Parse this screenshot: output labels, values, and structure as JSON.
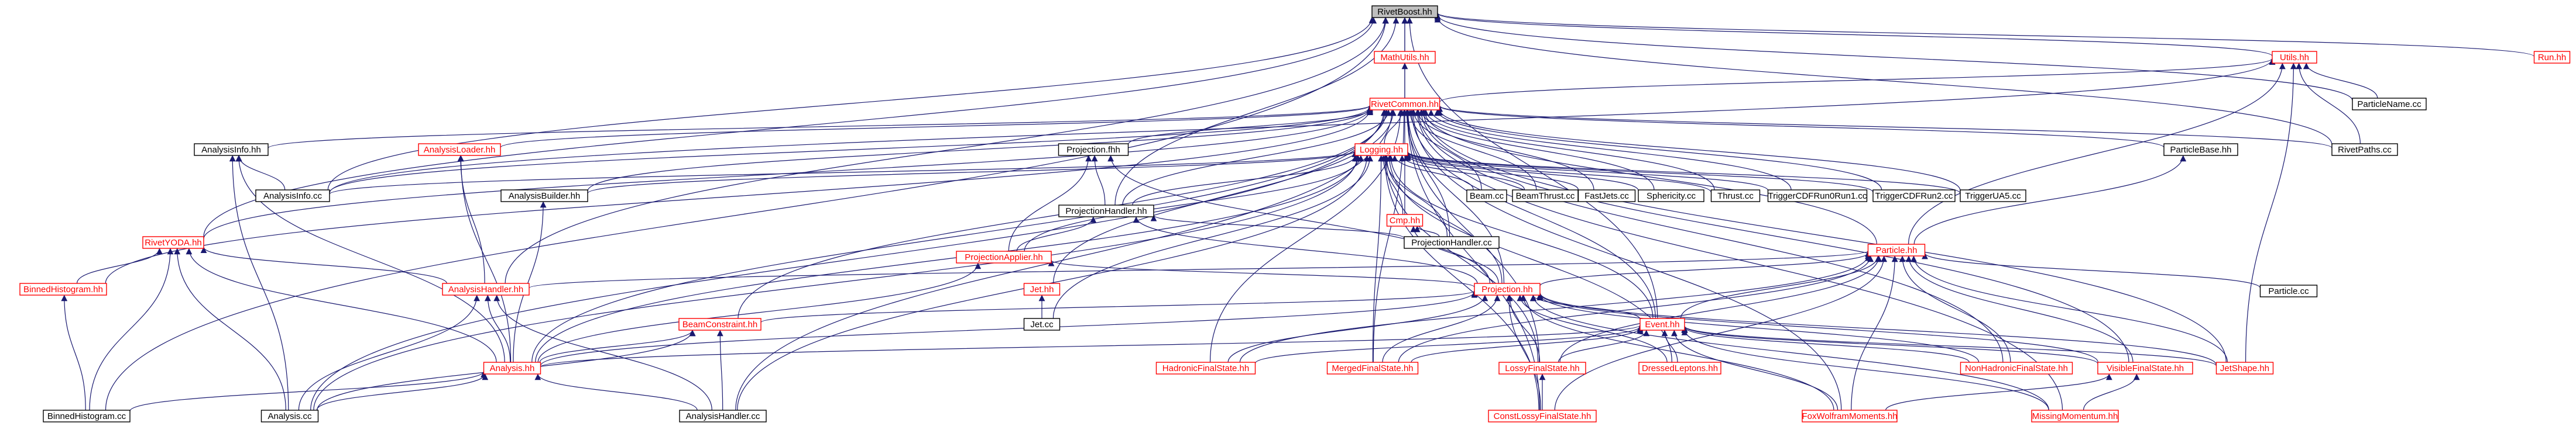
{
  "graph": {
    "nodes": [
      {
        "id": "RivetBoost.hh",
        "label": "RivetBoost.hh",
        "style": "root"
      },
      {
        "id": "MathUtils.hh",
        "label": "MathUtils.hh",
        "style": "red"
      },
      {
        "id": "Utils.hh",
        "label": "Utils.hh",
        "style": "red"
      },
      {
        "id": "Run.hh",
        "label": "Run.hh",
        "style": "red"
      },
      {
        "id": "ParticleName.cc",
        "label": "ParticleName.cc",
        "style": "black"
      },
      {
        "id": "RivetCommon.hh",
        "label": "RivetCommon.hh",
        "style": "red"
      },
      {
        "id": "RivetPaths.cc",
        "label": "RivetPaths.cc",
        "style": "black"
      },
      {
        "id": "AnalysisInfo.hh",
        "label": "AnalysisInfo.hh",
        "style": "black"
      },
      {
        "id": "Projection.fhh",
        "label": "Projection.fhh",
        "style": "black"
      },
      {
        "id": "AnalysisLoader.hh",
        "label": "AnalysisLoader.hh",
        "style": "red"
      },
      {
        "id": "Logging.hh",
        "label": "Logging.hh",
        "style": "red"
      },
      {
        "id": "ParticleBase.hh",
        "label": "ParticleBase.hh",
        "style": "black"
      },
      {
        "id": "AnalysisInfo.cc",
        "label": "AnalysisInfo.cc",
        "style": "black"
      },
      {
        "id": "AnalysisBuilder.hh",
        "label": "AnalysisBuilder.hh",
        "style": "black"
      },
      {
        "id": "Beam.cc",
        "label": "Beam.cc",
        "style": "black"
      },
      {
        "id": "BeamThrust.cc",
        "label": "BeamThrust.cc",
        "style": "black"
      },
      {
        "id": "FastJets.cc",
        "label": "FastJets.cc",
        "style": "black"
      },
      {
        "id": "Sphericity.cc",
        "label": "Sphericity.cc",
        "style": "black"
      },
      {
        "id": "Thrust.cc",
        "label": "Thrust.cc",
        "style": "black"
      },
      {
        "id": "TriggerCDFRun0Run1.cc",
        "label": "TriggerCDFRun0Run1.cc",
        "style": "black"
      },
      {
        "id": "TriggerCDFRun2.cc",
        "label": "TriggerCDFRun2.cc",
        "style": "black"
      },
      {
        "id": "TriggerUA5.cc",
        "label": "TriggerUA5.cc",
        "style": "black"
      },
      {
        "id": "ProjectionHandler.hh",
        "label": "ProjectionHandler.hh",
        "style": "black"
      },
      {
        "id": "Cmp.hh",
        "label": "Cmp.hh",
        "style": "red"
      },
      {
        "id": "ProjectionHandler.cc",
        "label": "ProjectionHandler.cc",
        "style": "black"
      },
      {
        "id": "RivetYODA.hh",
        "label": "RivetYODA.hh",
        "style": "red"
      },
      {
        "id": "ProjectionApplier.hh",
        "label": "ProjectionApplier.hh",
        "style": "red"
      },
      {
        "id": "Particle.hh",
        "label": "Particle.hh",
        "style": "red"
      },
      {
        "id": "BinnedHistogram.hh",
        "label": "BinnedHistogram.hh",
        "style": "red"
      },
      {
        "id": "AnalysisHandler.hh",
        "label": "AnalysisHandler.hh",
        "style": "red"
      },
      {
        "id": "Jet.hh",
        "label": "Jet.hh",
        "style": "red"
      },
      {
        "id": "Projection.hh",
        "label": "Projection.hh",
        "style": "red"
      },
      {
        "id": "Particle.cc",
        "label": "Particle.cc",
        "style": "black"
      },
      {
        "id": "Jet.cc",
        "label": "Jet.cc",
        "style": "black"
      },
      {
        "id": "BeamConstraint.hh",
        "label": "BeamConstraint.hh",
        "style": "red"
      },
      {
        "id": "Event.hh",
        "label": "Event.hh",
        "style": "red"
      },
      {
        "id": "Analysis.hh",
        "label": "Analysis.hh",
        "style": "red"
      },
      {
        "id": "HadronicFinalState.hh",
        "label": "HadronicFinalState.hh",
        "style": "red"
      },
      {
        "id": "MergedFinalState.hh",
        "label": "MergedFinalState.hh",
        "style": "red"
      },
      {
        "id": "LossyFinalState.hh",
        "label": "LossyFinalState.hh",
        "style": "red"
      },
      {
        "id": "DressedLeptons.hh",
        "label": "DressedLeptons.hh",
        "style": "red"
      },
      {
        "id": "NonHadronicFinalState.hh",
        "label": "NonHadronicFinalState.hh",
        "style": "red"
      },
      {
        "id": "VisibleFinalState.hh",
        "label": "VisibleFinalState.hh",
        "style": "red"
      },
      {
        "id": "JetShape.hh",
        "label": "JetShape.hh",
        "style": "red"
      },
      {
        "id": "BinnedHistogram.cc",
        "label": "BinnedHistogram.cc",
        "style": "black"
      },
      {
        "id": "Analysis.cc",
        "label": "Analysis.cc",
        "style": "black"
      },
      {
        "id": "AnalysisHandler.cc",
        "label": "AnalysisHandler.cc",
        "style": "black"
      },
      {
        "id": "ConstLossyFinalState.hh",
        "label": "ConstLossyFinalState.hh",
        "style": "red"
      },
      {
        "id": "FoxWolframMoments.hh",
        "label": "FoxWolframMoments.hh",
        "style": "red"
      },
      {
        "id": "MissingMomentum.hh",
        "label": "MissingMomentum.hh",
        "style": "red"
      }
    ],
    "edges": [
      [
        "MathUtils.hh",
        "RivetBoost.hh"
      ],
      [
        "Utils.hh",
        "RivetBoost.hh"
      ],
      [
        "Run.hh",
        "RivetBoost.hh"
      ],
      [
        "ParticleName.cc",
        "RivetBoost.hh"
      ],
      [
        "RivetCommon.hh",
        "RivetBoost.hh"
      ],
      [
        "RivetPaths.cc",
        "RivetBoost.hh"
      ],
      [
        "AnalysisInfo.cc",
        "RivetBoost.hh"
      ],
      [
        "RivetYODA.hh",
        "RivetBoost.hh"
      ],
      [
        "BinnedHistogram.cc",
        "RivetBoost.hh"
      ],
      [
        "ProjectionHandler.hh",
        "RivetBoost.hh"
      ],
      [
        "AnalysisHandler.hh",
        "RivetBoost.hh"
      ],
      [
        "Event.hh",
        "RivetBoost.hh"
      ],
      [
        "RivetCommon.hh",
        "MathUtils.hh"
      ],
      [
        "RivetCommon.hh",
        "Utils.hh"
      ],
      [
        "ParticleName.cc",
        "Utils.hh"
      ],
      [
        "RivetPaths.cc",
        "Utils.hh"
      ],
      [
        "JetShape.hh",
        "Utils.hh"
      ],
      [
        "Particle.hh",
        "Utils.hh"
      ],
      [
        "AnalysisInfo.cc",
        "Utils.hh"
      ],
      [
        "AnalysisInfo.hh",
        "RivetCommon.hh"
      ],
      [
        "Projection.fhh",
        "RivetCommon.hh"
      ],
      [
        "AnalysisLoader.hh",
        "RivetCommon.hh"
      ],
      [
        "Logging.hh",
        "RivetCommon.hh"
      ],
      [
        "ParticleBase.hh",
        "RivetCommon.hh"
      ],
      [
        "RivetPaths.cc",
        "RivetCommon.hh"
      ],
      [
        "AnalysisInfo.cc",
        "RivetCommon.hh"
      ],
      [
        "AnalysisBuilder.hh",
        "RivetCommon.hh"
      ],
      [
        "Beam.cc",
        "RivetCommon.hh"
      ],
      [
        "BeamThrust.cc",
        "RivetCommon.hh"
      ],
      [
        "FastJets.cc",
        "RivetCommon.hh"
      ],
      [
        "Sphericity.cc",
        "RivetCommon.hh"
      ],
      [
        "Thrust.cc",
        "RivetCommon.hh"
      ],
      [
        "TriggerCDFRun0Run1.cc",
        "RivetCommon.hh"
      ],
      [
        "TriggerCDFRun2.cc",
        "RivetCommon.hh"
      ],
      [
        "TriggerUA5.cc",
        "RivetCommon.hh"
      ],
      [
        "ProjectionHandler.hh",
        "RivetCommon.hh"
      ],
      [
        "Cmp.hh",
        "RivetCommon.hh"
      ],
      [
        "RivetYODA.hh",
        "RivetCommon.hh"
      ],
      [
        "BinnedHistogram.hh",
        "RivetCommon.hh"
      ],
      [
        "Jet.hh",
        "RivetCommon.hh"
      ],
      [
        "Projection.hh",
        "RivetCommon.hh"
      ],
      [
        "BeamConstraint.hh",
        "RivetCommon.hh"
      ],
      [
        "Event.hh",
        "RivetCommon.hh"
      ],
      [
        "Analysis.hh",
        "RivetCommon.hh"
      ],
      [
        "HadronicFinalState.hh",
        "RivetCommon.hh"
      ],
      [
        "MergedFinalState.hh",
        "RivetCommon.hh"
      ],
      [
        "LossyFinalState.hh",
        "RivetCommon.hh"
      ],
      [
        "NonHadronicFinalState.hh",
        "RivetCommon.hh"
      ],
      [
        "VisibleFinalState.hh",
        "RivetCommon.hh"
      ],
      [
        "JetShape.hh",
        "RivetCommon.hh"
      ],
      [
        "Analysis.cc",
        "RivetCommon.hh"
      ],
      [
        "AnalysisHandler.cc",
        "RivetCommon.hh"
      ],
      [
        "ConstLossyFinalState.hh",
        "RivetCommon.hh"
      ],
      [
        "FoxWolframMoments.hh",
        "RivetCommon.hh"
      ],
      [
        "MissingMomentum.hh",
        "RivetCommon.hh"
      ],
      [
        "Particle.hh",
        "RivetCommon.hh"
      ],
      [
        "ProjectionHandler.cc",
        "RivetCommon.hh"
      ],
      [
        "AnalysisInfo.cc",
        "AnalysisInfo.hh"
      ],
      [
        "Analysis.hh",
        "AnalysisInfo.hh"
      ],
      [
        "Analysis.cc",
        "AnalysisInfo.hh"
      ],
      [
        "ProjectionHandler.hh",
        "Projection.fhh"
      ],
      [
        "ProjectionApplier.hh",
        "Projection.fhh"
      ],
      [
        "Projection.hh",
        "Projection.fhh"
      ],
      [
        "AnalysisHandler.hh",
        "AnalysisLoader.hh"
      ],
      [
        "Analysis.hh",
        "AnalysisLoader.hh"
      ],
      [
        "AnalysisInfo.cc",
        "Logging.hh"
      ],
      [
        "AnalysisBuilder.hh",
        "Logging.hh"
      ],
      [
        "Beam.cc",
        "Logging.hh"
      ],
      [
        "BeamThrust.cc",
        "Logging.hh"
      ],
      [
        "FastJets.cc",
        "Logging.hh"
      ],
      [
        "Sphericity.cc",
        "Logging.hh"
      ],
      [
        "Thrust.cc",
        "Logging.hh"
      ],
      [
        "TriggerCDFRun0Run1.cc",
        "Logging.hh"
      ],
      [
        "TriggerCDFRun2.cc",
        "Logging.hh"
      ],
      [
        "TriggerUA5.cc",
        "Logging.hh"
      ],
      [
        "ProjectionHandler.hh",
        "Logging.hh"
      ],
      [
        "Cmp.hh",
        "Logging.hh"
      ],
      [
        "ProjectionHandler.cc",
        "Logging.hh"
      ],
      [
        "ProjectionApplier.hh",
        "Logging.hh"
      ],
      [
        "Projection.hh",
        "Logging.hh"
      ],
      [
        "Jet.cc",
        "Logging.hh"
      ],
      [
        "Analysis.hh",
        "Logging.hh"
      ],
      [
        "AnalysisHandler.cc",
        "Logging.hh"
      ],
      [
        "MergedFinalState.hh",
        "Logging.hh"
      ],
      [
        "ConstLossyFinalState.hh",
        "Logging.hh"
      ],
      [
        "LossyFinalState.hh",
        "Logging.hh"
      ],
      [
        "Event.hh",
        "Logging.hh"
      ],
      [
        "Analysis.cc",
        "Logging.hh"
      ],
      [
        "DressedLeptons.hh",
        "Logging.hh"
      ],
      [
        "Particle.hh",
        "ParticleBase.hh"
      ],
      [
        "Analysis.hh",
        "AnalysisBuilder.hh"
      ],
      [
        "ProjectionApplier.hh",
        "ProjectionHandler.hh"
      ],
      [
        "ProjectionHandler.cc",
        "ProjectionHandler.hh"
      ],
      [
        "Projection.hh",
        "ProjectionHandler.hh"
      ],
      [
        "Projection.hh",
        "Cmp.hh"
      ],
      [
        "ProjectionHandler.cc",
        "Cmp.hh"
      ],
      [
        "BinnedHistogram.hh",
        "RivetYODA.hh"
      ],
      [
        "AnalysisHandler.hh",
        "RivetYODA.hh"
      ],
      [
        "Analysis.hh",
        "RivetYODA.hh"
      ],
      [
        "BinnedHistogram.cc",
        "RivetYODA.hh"
      ],
      [
        "Analysis.cc",
        "RivetYODA.hh"
      ],
      [
        "Projection.hh",
        "ProjectionApplier.hh"
      ],
      [
        "Analysis.hh",
        "ProjectionApplier.hh"
      ],
      [
        "Particle.cc",
        "Particle.hh"
      ],
      [
        "Projection.hh",
        "Particle.hh"
      ],
      [
        "Event.hh",
        "Particle.hh"
      ],
      [
        "JetShape.hh",
        "Particle.hh"
      ],
      [
        "HadronicFinalState.hh",
        "Particle.hh"
      ],
      [
        "MergedFinalState.hh",
        "Particle.hh"
      ],
      [
        "LossyFinalState.hh",
        "Particle.hh"
      ],
      [
        "NonHadronicFinalState.hh",
        "Particle.hh"
      ],
      [
        "VisibleFinalState.hh",
        "Particle.hh"
      ],
      [
        "FoxWolframMoments.hh",
        "Particle.hh"
      ],
      [
        "AnalysisHandler.hh",
        "Particle.hh"
      ],
      [
        "ConstLossyFinalState.hh",
        "Particle.hh"
      ],
      [
        "BinnedHistogram.cc",
        "BinnedHistogram.hh"
      ],
      [
        "Analysis.hh",
        "AnalysisHandler.hh"
      ],
      [
        "AnalysisHandler.cc",
        "AnalysisHandler.hh"
      ],
      [
        "Analysis.cc",
        "AnalysisHandler.hh"
      ],
      [
        "Jet.cc",
        "Jet.hh"
      ],
      [
        "Event.hh",
        "Projection.hh"
      ],
      [
        "BeamConstraint.hh",
        "Projection.hh"
      ],
      [
        "Analysis.hh",
        "Projection.hh"
      ],
      [
        "HadronicFinalState.hh",
        "Projection.hh"
      ],
      [
        "MergedFinalState.hh",
        "Projection.hh"
      ],
      [
        "LossyFinalState.hh",
        "Projection.hh"
      ],
      [
        "DressedLeptons.hh",
        "Projection.hh"
      ],
      [
        "NonHadronicFinalState.hh",
        "Projection.hh"
      ],
      [
        "VisibleFinalState.hh",
        "Projection.hh"
      ],
      [
        "JetShape.hh",
        "Projection.hh"
      ],
      [
        "FoxWolframMoments.hh",
        "Projection.hh"
      ],
      [
        "MissingMomentum.hh",
        "Projection.hh"
      ],
      [
        "ConstLossyFinalState.hh",
        "Projection.hh"
      ],
      [
        "Analysis.hh",
        "BeamConstraint.hh"
      ],
      [
        "AnalysisHandler.cc",
        "BeamConstraint.hh"
      ],
      [
        "Analysis.cc",
        "BeamConstraint.hh"
      ],
      [
        "Analysis.hh",
        "Event.hh"
      ],
      [
        "HadronicFinalState.hh",
        "Event.hh"
      ],
      [
        "MergedFinalState.hh",
        "Event.hh"
      ],
      [
        "LossyFinalState.hh",
        "Event.hh"
      ],
      [
        "DressedLeptons.hh",
        "Event.hh"
      ],
      [
        "NonHadronicFinalState.hh",
        "Event.hh"
      ],
      [
        "VisibleFinalState.hh",
        "Event.hh"
      ],
      [
        "JetShape.hh",
        "Event.hh"
      ],
      [
        "FoxWolframMoments.hh",
        "Event.hh"
      ],
      [
        "MissingMomentum.hh",
        "Event.hh"
      ],
      [
        "BinnedHistogram.cc",
        "Analysis.hh"
      ],
      [
        "Analysis.cc",
        "Analysis.hh"
      ],
      [
        "AnalysisHandler.cc",
        "Analysis.hh"
      ],
      [
        "ConstLossyFinalState.hh",
        "LossyFinalState.hh"
      ],
      [
        "FoxWolframMoments.hh",
        "VisibleFinalState.hh"
      ],
      [
        "MissingMomentum.hh",
        "VisibleFinalState.hh"
      ]
    ]
  }
}
